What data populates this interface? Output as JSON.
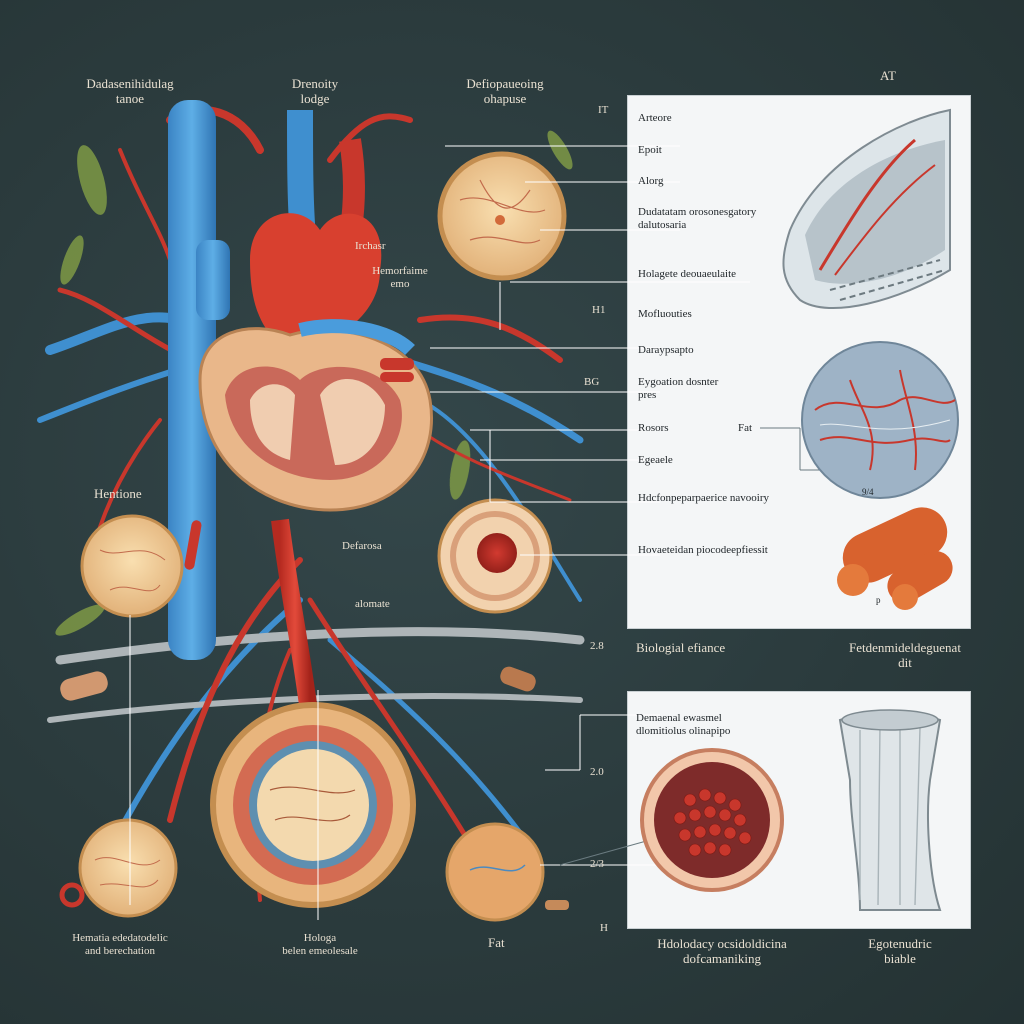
{
  "top_labels": {
    "left": {
      "line1": "Dadasenihidulag",
      "line2": "tanoe"
    },
    "mid": {
      "line1": "Drenoity",
      "line2": "lodge"
    },
    "right": {
      "line1": "Defiopaueoing",
      "line2": "ohapuse"
    }
  },
  "diagram_labels": {
    "irchasr": "Irchasr",
    "hemordame": {
      "line1": "Hemorfaime",
      "line2": "emo"
    },
    "hentione": "Hentione",
    "defarosa": "Defarosa",
    "alomate": "alomate",
    "bottom_left": {
      "line1": "Hematia ededatodelic",
      "line2": "and berechation"
    },
    "bottom_mid": {
      "line1": "Hologa",
      "line2": "belen emeolesale"
    },
    "fat_bottom": "Fat"
  },
  "side_markers": {
    "it": "IT",
    "h1": "H1",
    "bg": "BG",
    "n2_8": "2.8",
    "n2_0": "2.0",
    "n2_3": "2/3",
    "h": "H"
  },
  "top_panel": {
    "corner_label": "AT",
    "items": [
      "Arteore",
      "Epoit",
      "Alorg",
      "Dudatatam orosonesgatory dalutosaria",
      "Holagete deouaeulaite",
      "Mofluouties",
      "Daraypsapto",
      "Eygoation dosnter pres",
      "Rosors",
      "Egeaele",
      "Hdcfonpeparpaerice navooiry",
      "Hovaeteidan piocodeepfiessit"
    ],
    "fat_callout": "Fat",
    "fat_scale": "9/4",
    "p_marker": "p"
  },
  "mid_labels": {
    "left": "Biologial efiance",
    "right": {
      "line1": "Fetdenmideldeguenat",
      "line2": "dit"
    }
  },
  "bottom_panel": {
    "caption": {
      "line1": "Demaenal ewasmel",
      "line2": "dlomitiolus olinapipo"
    }
  },
  "bottom_labels": {
    "left": {
      "line1": "Hdolodacy ocsidoldicina",
      "line2": "dofcamaniking"
    },
    "right": {
      "line1": "Egotenudric",
      "line2": "biable"
    }
  },
  "colors": {
    "background": "#2b3b3d",
    "artery": "#c8372c",
    "vein": "#3f8fcf",
    "tissue": "#f0c98e",
    "panel": "#f4f6f7"
  }
}
